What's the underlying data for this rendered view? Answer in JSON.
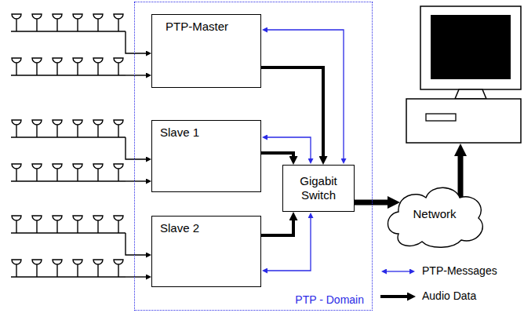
{
  "diagram": {
    "nodes": [
      {
        "text": [
          "PTP - Domain"
        ]
      },
      {
        "text": [
          "PTP-Master"
        ],
        "in": 0
      },
      {
        "text": [
          "Slave 1"
        ],
        "in": 0
      },
      {
        "text": [
          "Slave 2"
        ],
        "in": 0
      },
      {
        "text": [
          "Gigabit Switch"
        ],
        "in": 0
      },
      {
        "text": [
          "Network"
        ]
      }
    ],
    "edges": [
      {
        "from": 1,
        "to": 4,
        "arrow": "both"
      },
      {
        "from": 1,
        "to": 4,
        "arrow": "to"
      },
      {
        "from": 2,
        "to": 4,
        "arrow": "both"
      },
      {
        "from": 2,
        "to": 4,
        "arrow": "to"
      },
      {
        "from": 3,
        "to": 4,
        "arrow": "both"
      },
      {
        "from": 3,
        "to": 4,
        "arrow": "to"
      },
      {
        "from": 4,
        "to": 5,
        "arrow": "to"
      }
    ],
    "legend": [
      {
        "text": "PTP-Messages"
      },
      {
        "text": "Audio Data"
      }
    ]
  }
}
